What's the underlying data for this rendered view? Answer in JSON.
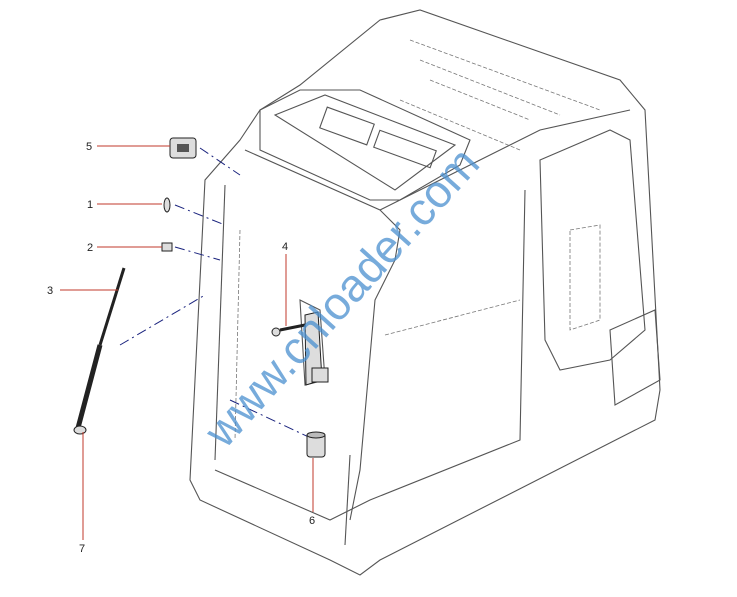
{
  "diagram": {
    "callouts": [
      {
        "id": "1",
        "label": "1"
      },
      {
        "id": "2",
        "label": "2"
      },
      {
        "id": "3",
        "label": "3"
      },
      {
        "id": "4",
        "label": "4"
      },
      {
        "id": "5",
        "label": "5"
      },
      {
        "id": "6",
        "label": "6"
      },
      {
        "id": "7",
        "label": "7"
      }
    ],
    "watermark": "www.cnloader.com",
    "colors": {
      "leader": "#c0392b",
      "centerline": "#1a237e",
      "watermark": "#4a90d0"
    }
  }
}
